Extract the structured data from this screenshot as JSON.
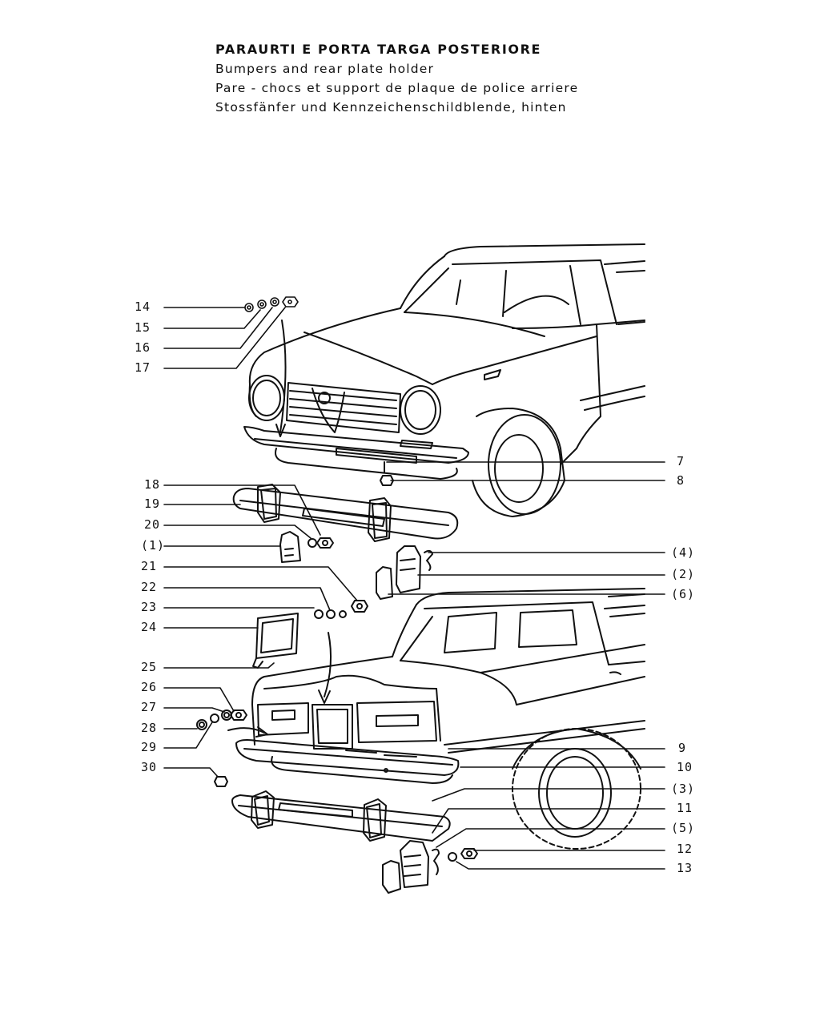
{
  "titles": {
    "it": "PARAURTI E PORTA TARGA POSTERIORE",
    "en": "Bumpers and rear plate holder",
    "fr": "Pare - chocs  et support de plaque de police arriere",
    "de": "Stossfänfer und Kennzeichenschildblende, hinten"
  },
  "callouts": {
    "c14": "14",
    "c15": "15",
    "c16": "16",
    "c17": "17",
    "c18": "18",
    "c19": "19",
    "c20": "20",
    "c1": "(1)",
    "c21": "21",
    "c22": "22",
    "c23": "23",
    "c24": "24",
    "c25": "25",
    "c26": "26",
    "c27": "27",
    "c28": "28",
    "c29": "29",
    "c30": "30",
    "c7": "7",
    "c8": "8",
    "c4": "(4)",
    "c2": "(2)",
    "c6": "(6)",
    "c9": "9",
    "c10": "10",
    "c3": "(3)",
    "c11": "11",
    "c5": "(5)",
    "c12": "12",
    "c13": "13"
  }
}
